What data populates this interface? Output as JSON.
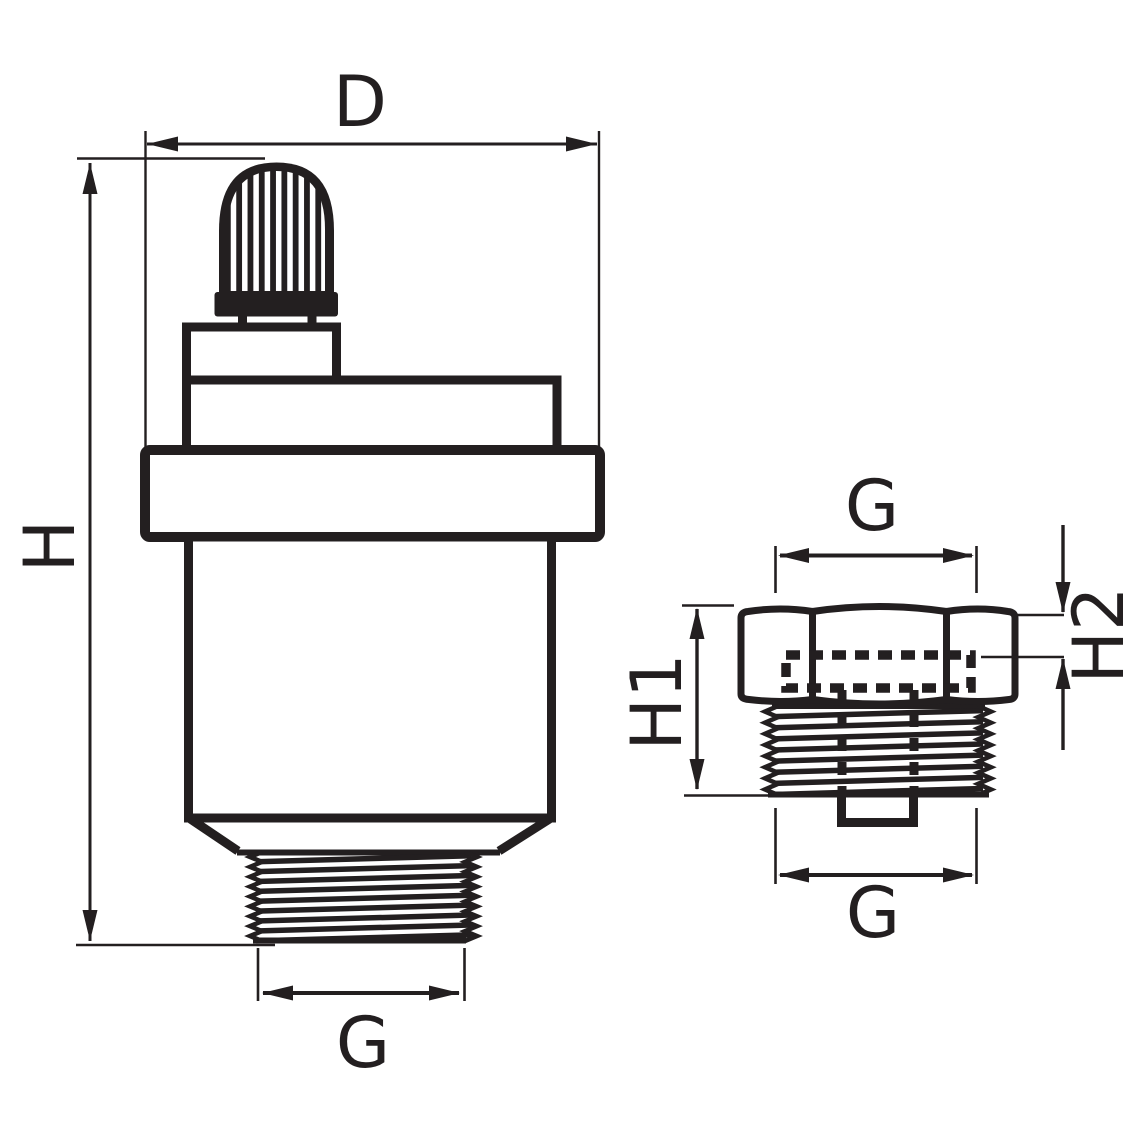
{
  "drawing": {
    "type": "technical-dimension-drawing",
    "subject": "automatic-air-vent-valve",
    "colors": {
      "line": "#231f20",
      "background": "#ffffff"
    },
    "front_view": {
      "name": "valve-front-view",
      "labels": {
        "diameter": "D",
        "height": "H",
        "thread": "G"
      }
    },
    "side_view": {
      "name": "fitting-side-view",
      "labels": {
        "thread_top": "G",
        "hex_height": "H1",
        "shoulder_height": "H2",
        "thread_bottom": "G"
      }
    }
  }
}
